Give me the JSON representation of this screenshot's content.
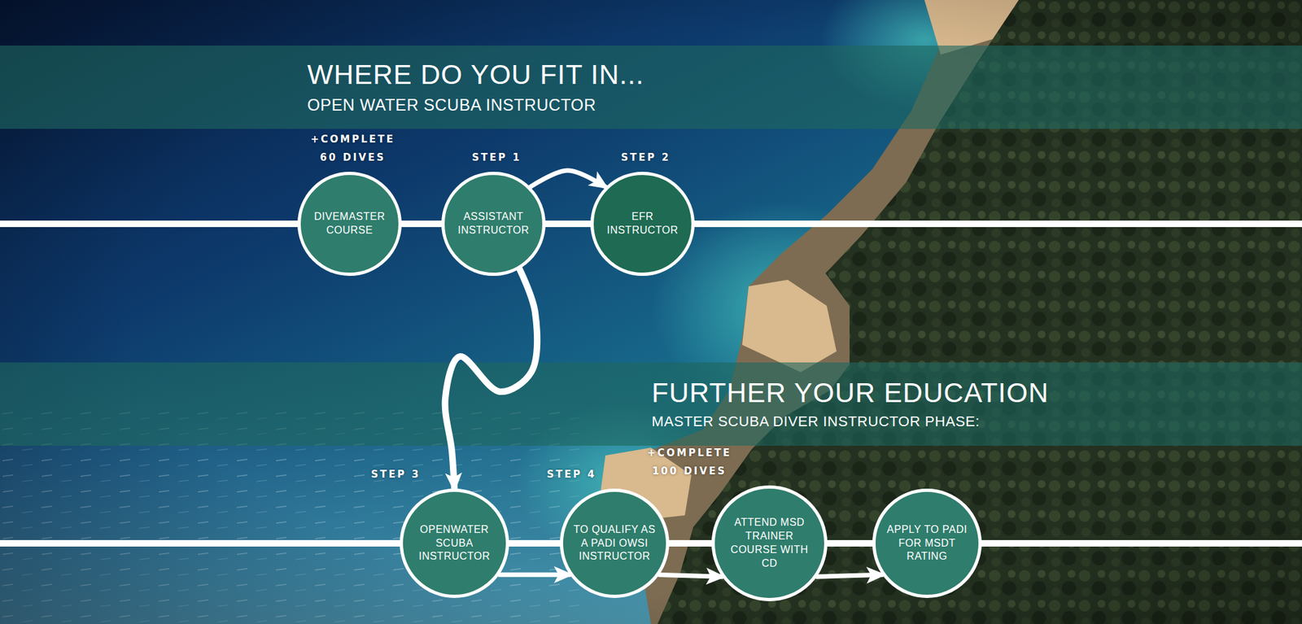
{
  "diagram": {
    "nodes": [
      {
        "text": [
          "WHERE DO YOU FIT IN...",
          "OPEN WATER SCUBA INSTRUCTOR"
        ]
      },
      {
        "text": [
          "+COMPLETE 60 DIVES",
          "DIVEMASTER COURSE"
        ]
      },
      {
        "text": [
          "STEP 1",
          "ASSISTANT INSTRUCTOR"
        ]
      },
      {
        "text": [
          "STEP 2",
          "EFR INSTRUCTOR"
        ]
      },
      {
        "text": [
          "FURTHER YOUR EDUCATION",
          "MASTER SCUBA DIVER INSTRUCTOR PHASE:"
        ]
      },
      {
        "text": [
          "STEP 3",
          "OPENWATER SCUBA INSTRUCTOR"
        ]
      },
      {
        "text": [
          "STEP 4",
          "TO QUALIFY AS A PADI OWSI INSTRUCTOR"
        ]
      },
      {
        "text": [
          "+COMPLETE 100 DIVES",
          "ATTEND MSD TRAINER COURSE WITH CD"
        ]
      },
      {
        "text": [
          "APPLY TO PADI FOR MSDT RATING"
        ]
      }
    ],
    "edges": [
      {
        "from": 1,
        "to": 2,
        "arrow": "none"
      },
      {
        "from": 2,
        "to": 3,
        "arrow": "to"
      },
      {
        "from": 2,
        "to": 5,
        "arrow": "to"
      },
      {
        "from": 5,
        "to": 6,
        "arrow": "to"
      },
      {
        "from": 6,
        "to": 7,
        "arrow": "to"
      },
      {
        "from": 7,
        "to": 8,
        "arrow": "to"
      }
    ]
  }
}
